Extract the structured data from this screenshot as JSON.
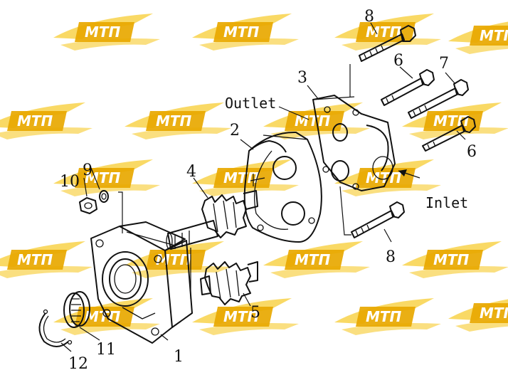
{
  "diagram": {
    "labels": {
      "outlet": "Outlet",
      "inlet": "Inlet"
    },
    "callouts": [
      "1",
      "2",
      "3",
      "4",
      "5",
      "6",
      "6",
      "7",
      "8",
      "8",
      "9",
      "10",
      "11",
      "12"
    ],
    "watermark": {
      "text": "МТП",
      "color": "#f5c230",
      "badge_color": "#e8a800"
    },
    "line_color": "#111111"
  }
}
